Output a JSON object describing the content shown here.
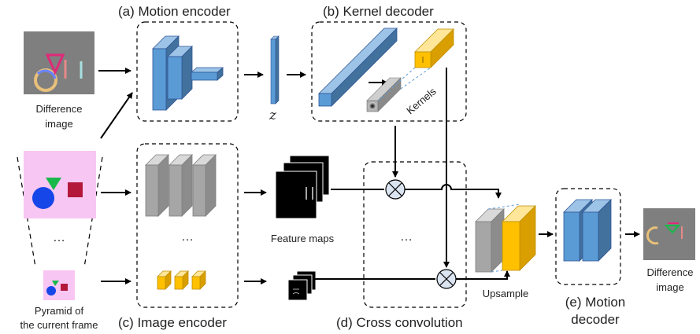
{
  "labels": {
    "a": "(a)  Motion encoder",
    "b": "(b) Kernel decoder",
    "c": "(c) Image encoder",
    "d": "(d) Cross convolution",
    "e_line1": "(e) Motion",
    "e_line2": "decoder"
  },
  "text": {
    "diff_in_1": "Difference",
    "diff_in_2": "image",
    "z": "z",
    "kernels": "Kernels",
    "feature_maps": "Feature maps",
    "dots_image_encoder": "…",
    "dots_cross": "…",
    "dots_pyramid": "…",
    "pyramid_1": "Pyramid of",
    "pyramid_2": "the current frame",
    "upsample": "Upsample",
    "diff_out_1": "Difference",
    "diff_out_2": "image",
    "multiply_symbol": "⊗"
  },
  "colors": {
    "blue": "#5b9bd5",
    "blue_dark": "#3f78b0",
    "gray": "#a6a6a6",
    "yellow": "#ffc000",
    "pink": "#f8c6f2",
    "red": "#b3183a",
    "green": "#18b84a",
    "circle_blue": "#1646e8"
  }
}
